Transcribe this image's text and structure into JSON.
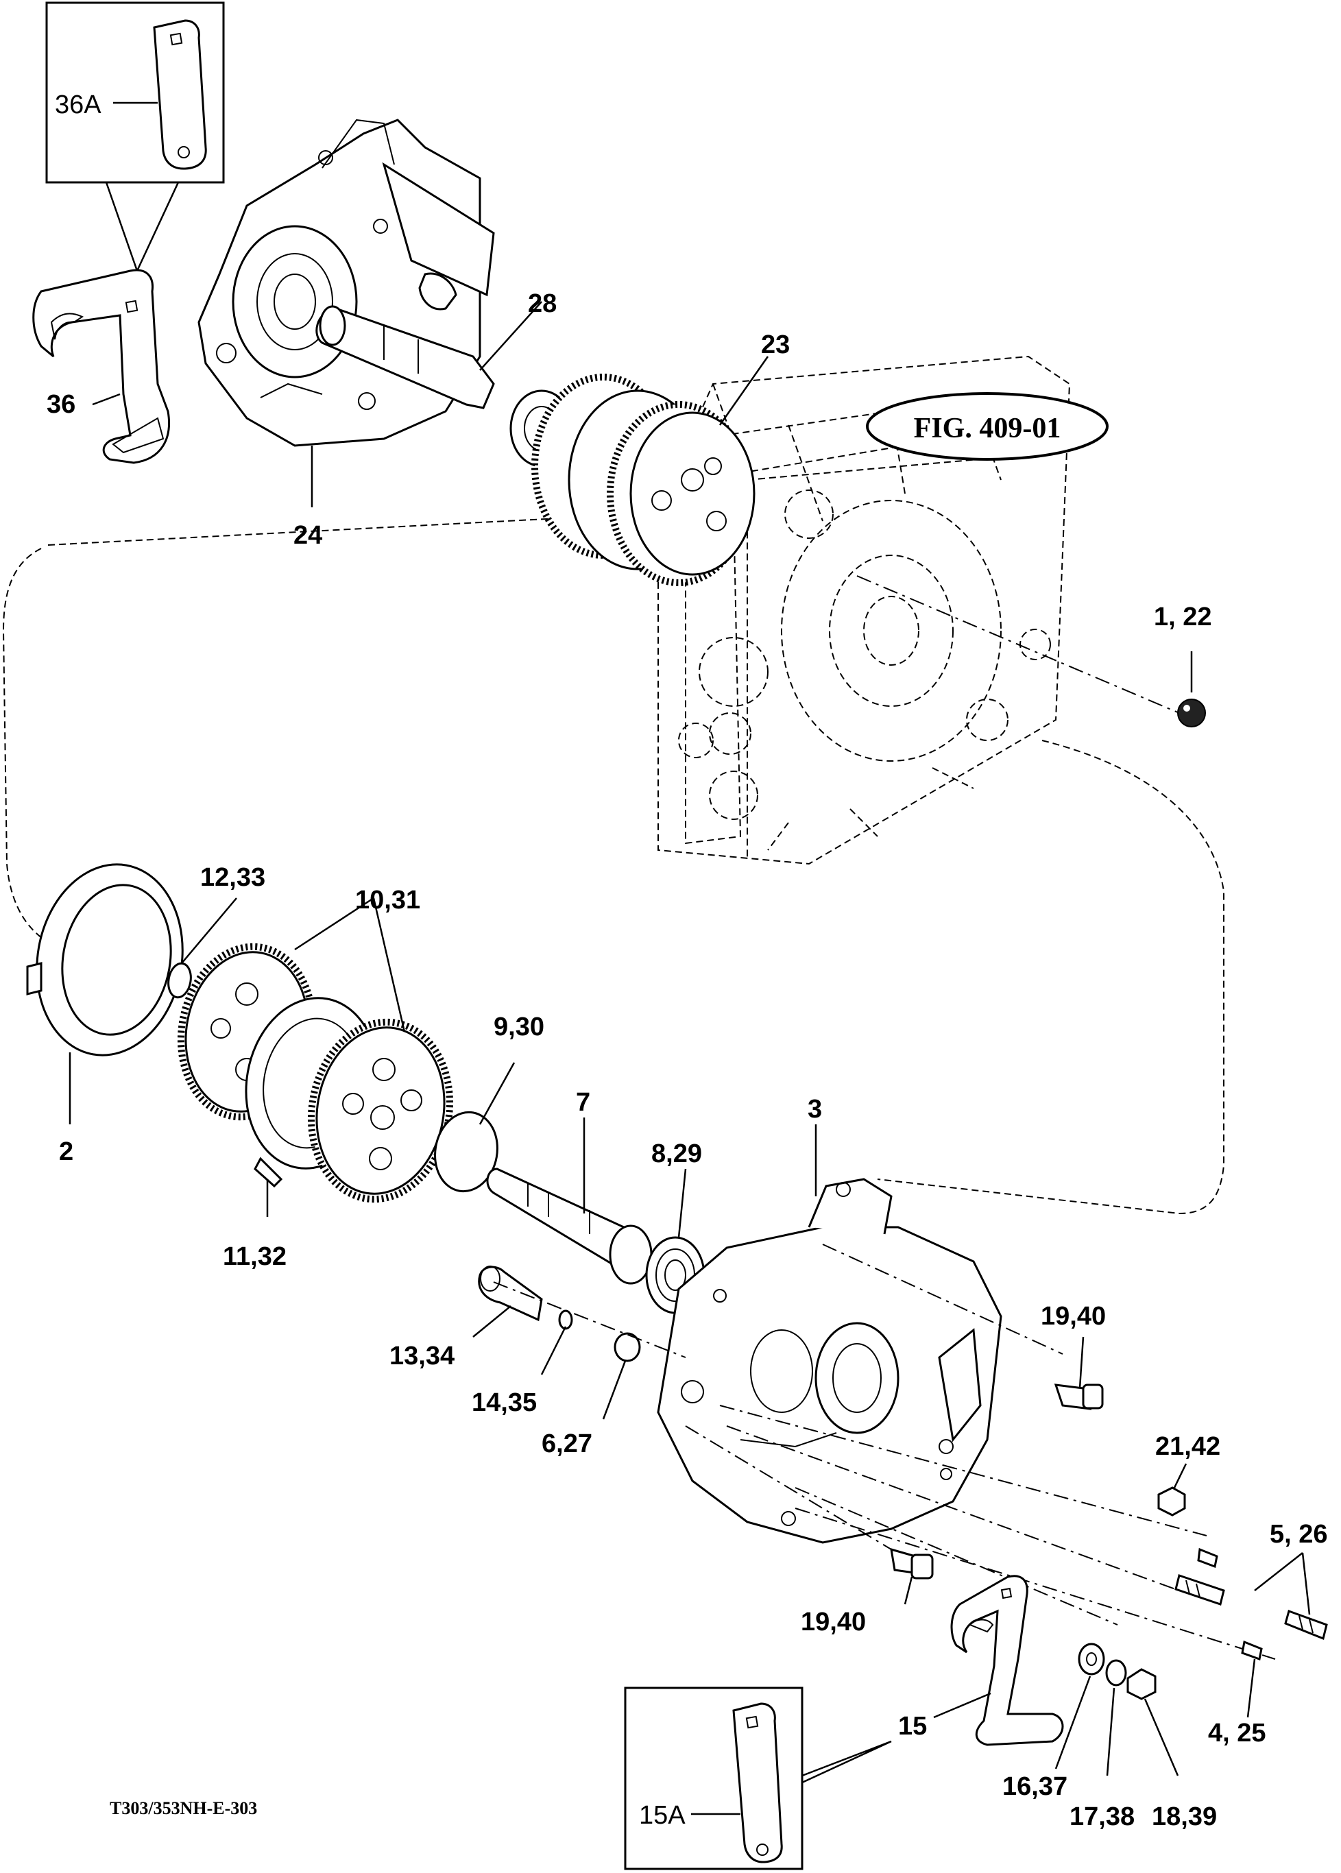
{
  "figure_ref": "FIG. 409-01",
  "footer_code": "T303/353NH-E-303",
  "callouts": {
    "c36a": "36A",
    "c36": "36",
    "c28": "28",
    "c23": "23",
    "c24": "24",
    "c1_22": "1, 22",
    "c12_33": "12,33",
    "c10_31": "10,31",
    "c9_30": "9,30",
    "c2": "2",
    "c7": "7",
    "c3": "3",
    "c8_29": "8,29",
    "c11_32": "11,32",
    "c19_40a": "19,40",
    "c13_34": "13,34",
    "c14_35": "14,35",
    "c6_27": "6,27",
    "c21_42": "21,42",
    "c5_26": "5, 26",
    "c19_40b": "19,40",
    "c15": "15",
    "c4_25": "4, 25",
    "c15a": "15A",
    "c16_37": "16,37",
    "c17_38": "17,38",
    "c18_39": "18,39"
  }
}
